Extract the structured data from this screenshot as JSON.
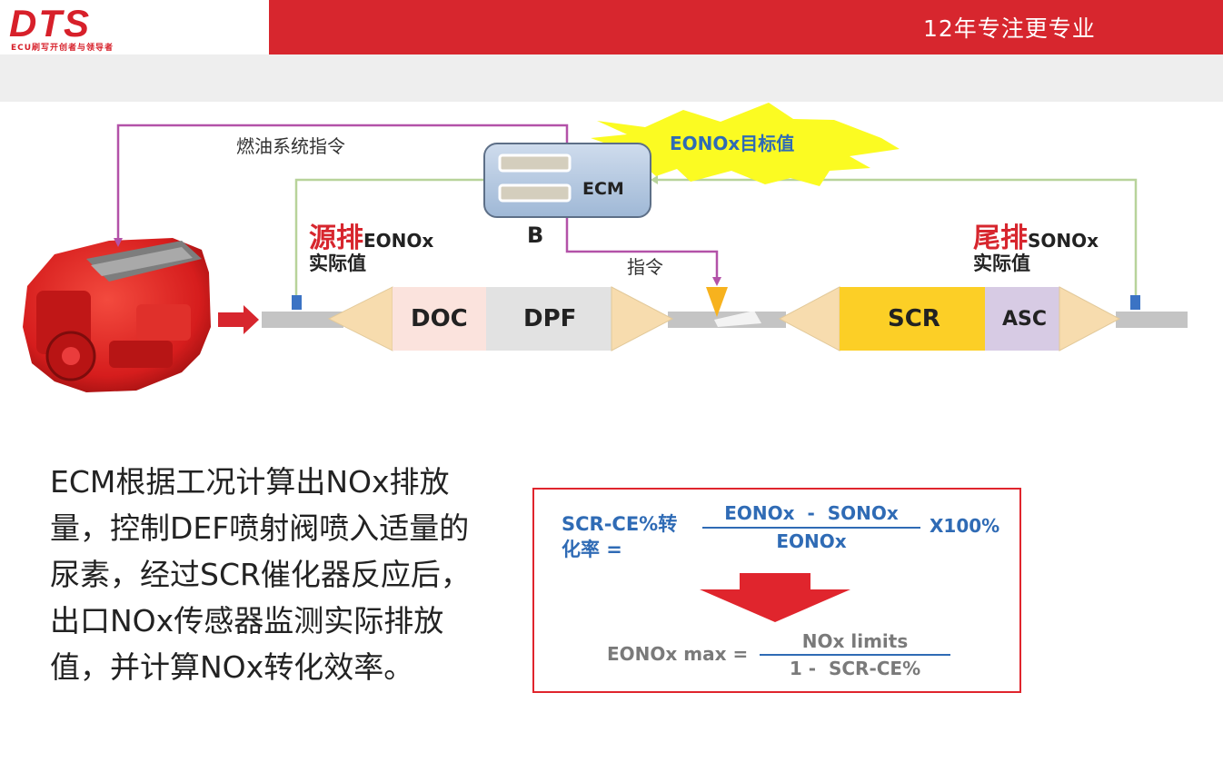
{
  "header": {
    "logo_text": "DTS",
    "logo_subtitle": "ECU刷写开创者与领导者",
    "slogan": "12年专注更专业"
  },
  "diagram": {
    "fuel_command": "燃油系统指令",
    "ecm_label": "ECM",
    "ecm_sub": "B",
    "target_burst": "EONOx目标值",
    "command_label": "指令",
    "source_emission": {
      "red": "源排",
      "suffix": "EONOx",
      "line2": "实际值"
    },
    "tail_emission": {
      "red": "尾排",
      "suffix": "SONOx",
      "line2": "实际值"
    },
    "components": [
      "DOC",
      "DPF",
      "SCR",
      "ASC"
    ],
    "colors": {
      "red": "#d7262e",
      "doc": "#fbe3dd",
      "dpf": "#e2e2e2",
      "scr": "#fccf26",
      "asc": "#d7cbe4",
      "cone": "#f7dcae",
      "pipe": "#c4c4c4",
      "purple_line": "#b352a8",
      "green_line": "#b8d39a",
      "ecm_fill": "#b8cbe1",
      "burst": "#fbfb22",
      "sensor": "#3b73c4",
      "injector": "#f7b21e"
    }
  },
  "description": "ECM根据工况计算出NOx排放量，控制DEF喷射阀喷入适量的尿素，经过SCR催化器反应后，出口NOx传感器监测实际排放值，并计算NOx转化效率。",
  "formula": {
    "ce_label": "SCR-CE%转化率 =",
    "ce_numerator": "EONOx  -  SONOx",
    "ce_denominator": "EONOx",
    "ce_multiplier": "X100%",
    "max_label": "EONOx max =",
    "max_numerator": "NOx limits",
    "max_denominator": "1 -  SCR-CE%"
  }
}
